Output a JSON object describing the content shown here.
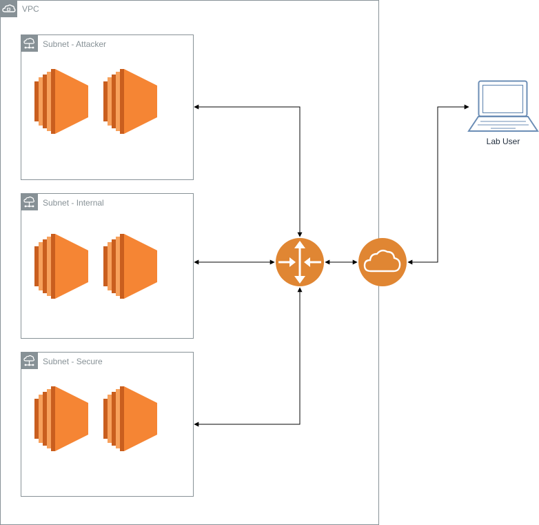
{
  "vpc": {
    "label": "VPC",
    "icon": "vpc-cloud-icon"
  },
  "subnets": [
    {
      "label": "Subnet - Attacker",
      "icon": "subnet-icon",
      "instances": 2
    },
    {
      "label": "Subnet - Internal",
      "icon": "subnet-icon",
      "instances": 2
    },
    {
      "label": "Subnet - Secure",
      "icon": "subnet-icon",
      "instances": 2
    }
  ],
  "router": {
    "icon": "router-icon"
  },
  "internet_gateway": {
    "icon": "internet-gateway-cloud-icon"
  },
  "lab_user": {
    "label": "Lab User",
    "icon": "laptop-icon"
  },
  "colors": {
    "instance_orange": "#F58534",
    "instance_light": "#F7A15C",
    "instance_dark": "#C95E1E",
    "node_orange": "#E08633",
    "group_border": "#879196",
    "edge": "#000000",
    "laptop_blue": "#6B8DB5",
    "user_label": "#232F3E"
  }
}
